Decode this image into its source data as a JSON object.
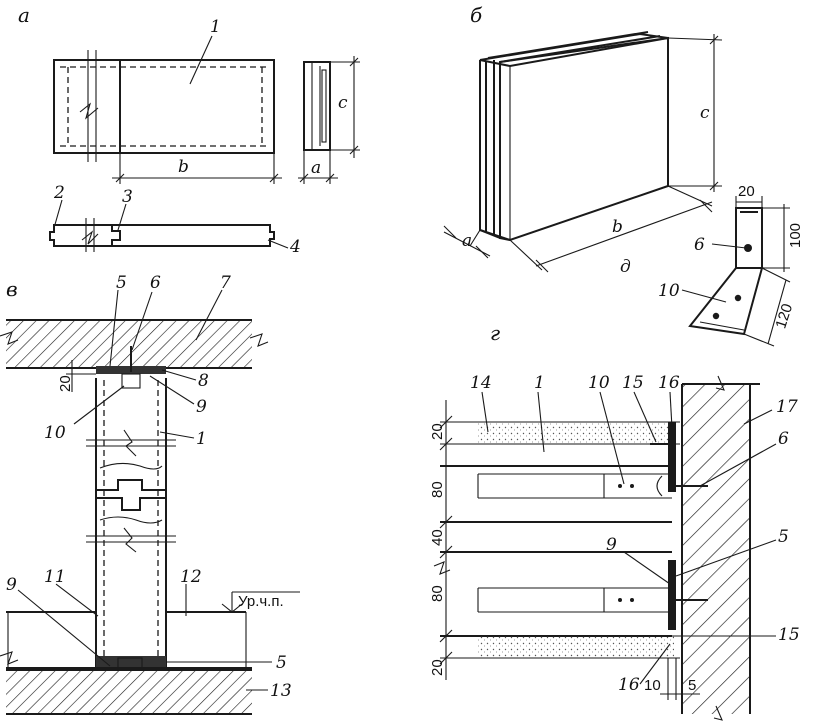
{
  "panels": {
    "a": {
      "label": "а",
      "callouts": [
        "1",
        "2",
        "3",
        "4"
      ],
      "dims": {
        "a": "a",
        "b": "b",
        "c": "c"
      }
    },
    "b": {
      "label": "б",
      "callouts": [
        "6",
        "10"
      ],
      "dims": {
        "a": "a",
        "b": "b",
        "c": "c",
        "d": "д",
        "w20": "20",
        "h100": "100",
        "l120": "120"
      }
    },
    "v": {
      "label": "в",
      "callouts": [
        "5",
        "6",
        "7",
        "8",
        "9",
        "10",
        "1",
        "9",
        "11",
        "12",
        "5",
        "13"
      ],
      "dims": {
        "d20": "20"
      },
      "level_mark": "Ур.ч.п."
    },
    "g": {
      "label": "г",
      "callouts": [
        "14",
        "1",
        "10",
        "15",
        "16",
        "17",
        "6",
        "9",
        "5",
        "15",
        "16"
      ],
      "dims": {
        "d20a": "20",
        "d80a": "80",
        "d40": "40",
        "d80b": "80",
        "d20b": "20",
        "d10": "10",
        "d5": "5"
      }
    }
  },
  "colors": {
    "ink": "#1a1a1a",
    "paper": "#ffffff"
  }
}
